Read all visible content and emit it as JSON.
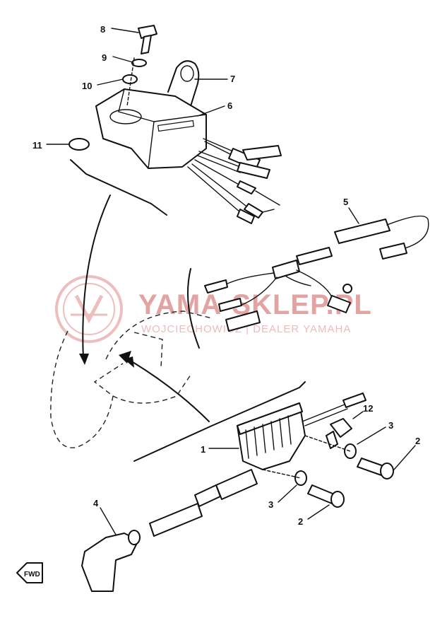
{
  "watermark": {
    "brand": "YAMA-SKLEP.PL",
    "tagline": "WOJCIECHOWICZ | DEALER YAMAHA",
    "color": "#e3a3a3"
  },
  "callouts": {
    "c1": "1",
    "c2a": "2",
    "c2b": "2",
    "c3a": "3",
    "c3b": "3",
    "c4": "4",
    "c5": "5",
    "c6": "6",
    "c7": "7",
    "c8": "8",
    "c9": "9",
    "c10": "10",
    "c11": "11",
    "c12": "12"
  },
  "direction_marker": "FWD"
}
